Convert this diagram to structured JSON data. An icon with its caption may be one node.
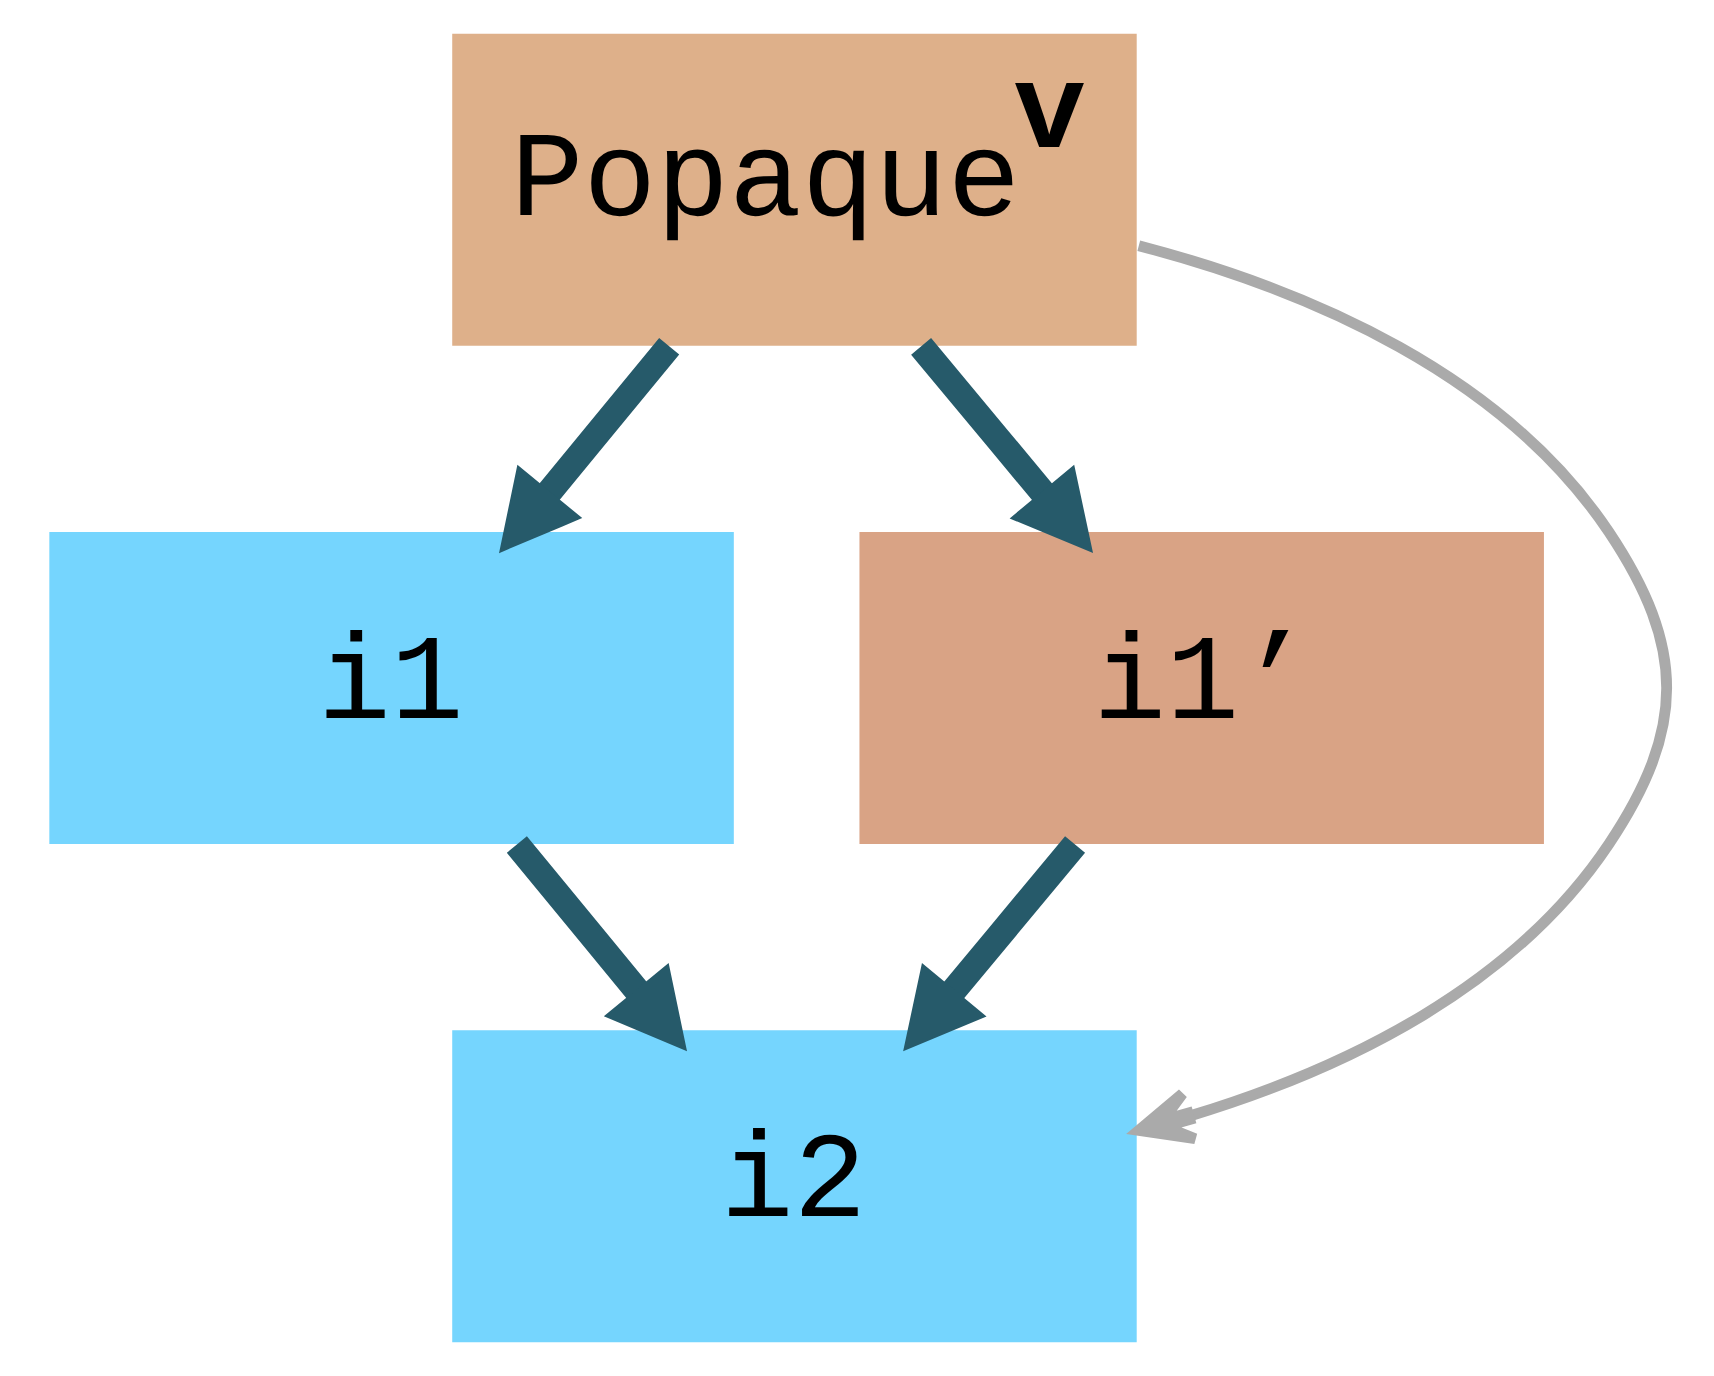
{
  "diagram": {
    "nodes": [
      {
        "text": [
          "Popaque$^{v}$"
        ]
      },
      {
        "text": [
          "i1"
        ]
      },
      {
        "text": [
          "i1’"
        ]
      },
      {
        "text": [
          "i2"
        ]
      }
    ],
    "edges": [
      {
        "from": 0,
        "to": 1,
        "arrow": "to"
      },
      {
        "from": 0,
        "to": 2,
        "arrow": "to"
      },
      {
        "from": 1,
        "to": 3,
        "arrow": "to"
      },
      {
        "from": 2,
        "to": 3,
        "arrow": "to"
      },
      {
        "from": 0,
        "to": 3,
        "arrow": "to",
        "color": "#aaaaaa"
      }
    ]
  }
}
